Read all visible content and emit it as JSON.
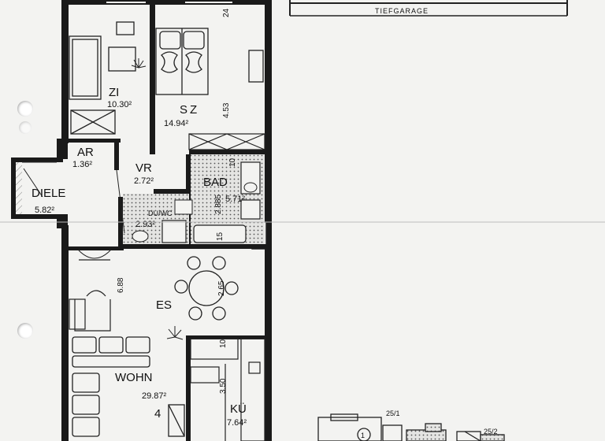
{
  "header": {
    "garage_label": "TIEFGARAGE"
  },
  "rooms": {
    "zi": {
      "name": "ZI",
      "area": "10.30²"
    },
    "sz": {
      "name": "SZ",
      "area": "14.94²"
    },
    "ar": {
      "name": "AR",
      "area": "1.36²"
    },
    "vr": {
      "name": "VR",
      "area": "2.72²"
    },
    "bad": {
      "name": "BAD",
      "area": "5.71²"
    },
    "diele": {
      "name": "DIELE",
      "area": "5.82²"
    },
    "duwc": {
      "name": "DU/WC",
      "area": "2.93²"
    },
    "es": {
      "name": "ES"
    },
    "wohn": {
      "name": "WOHN",
      "area": "29.87²",
      "unit_no": "4"
    },
    "kue": {
      "name": "KÜ",
      "area": "7.64²"
    }
  },
  "dimensions": {
    "top_24": "24",
    "sz_453": "4.53",
    "bad_10": "10",
    "bad_2885": "2.885",
    "bad_15": "15",
    "es_688": "6.88",
    "es_265": "2.65",
    "kue_10": "10",
    "kue_350": "3.50"
  },
  "site_plan": {
    "circle_no": "1",
    "label_a": "25/1",
    "label_b": "25/2"
  },
  "colors": {
    "line": "#1a1a1a",
    "paper": "#f3f3f1",
    "hatch": "#cfcfcf"
  }
}
